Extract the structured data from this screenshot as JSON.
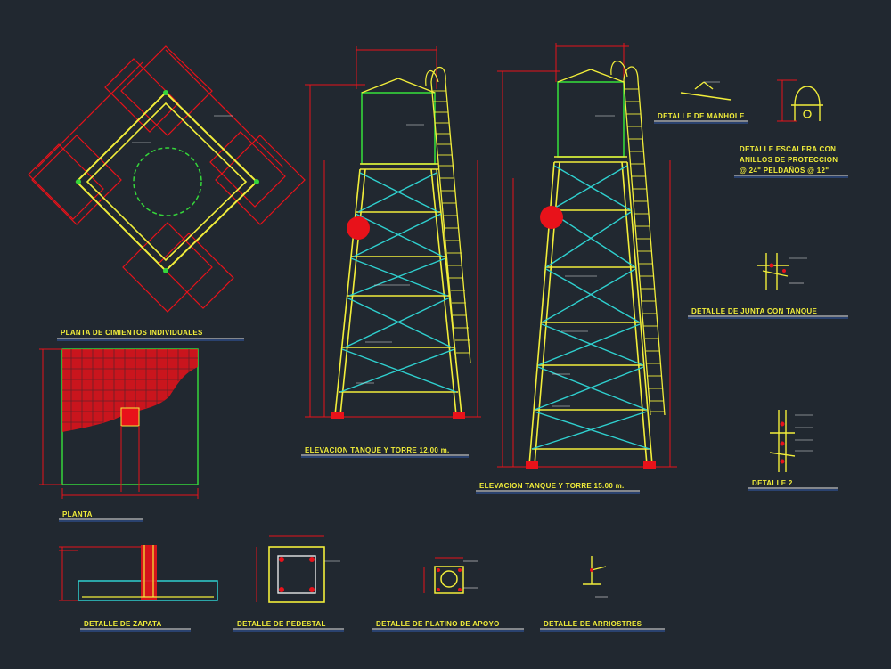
{
  "colors": {
    "background": "#212830",
    "red": "#e8121a",
    "yellow": "#f2ee3a",
    "green": "#35d63a",
    "cyan": "#2fd0cf",
    "white": "#e6e6e6",
    "blue": "#3a6cd8"
  },
  "titles": {
    "planta_cimientos": "PLANTA DE CIMIENTOS INDIVIDUALES",
    "planta": "PLANTA",
    "elevacion_12": "ELEVACION TANQUE Y TORRE 12.00 m.",
    "elevacion_15": "ELEVACION TANQUE Y TORRE 15.00 m.",
    "detalle_manhole": "DETALLE DE MANHOLE",
    "detalle_escalera_1": "DETALLE ESCALERA CON",
    "detalle_escalera_2": "ANILLOS DE PROTECCION",
    "detalle_escalera_3": "@ 24\" PELDAÑOS @ 12\"",
    "detalle_junta": "DETALLE DE JUNTA CON TANQUE",
    "detalle_2": "DETALLE 2",
    "detalle_zapata": "DETALLE DE ZAPATA",
    "detalle_pedestal": "DETALLE DE PEDESTAL",
    "detalle_platino": "DETALLE DE PLATINO DE APOYO",
    "detalle_arriostres": "DETALLE DE ARRIOSTRES"
  }
}
